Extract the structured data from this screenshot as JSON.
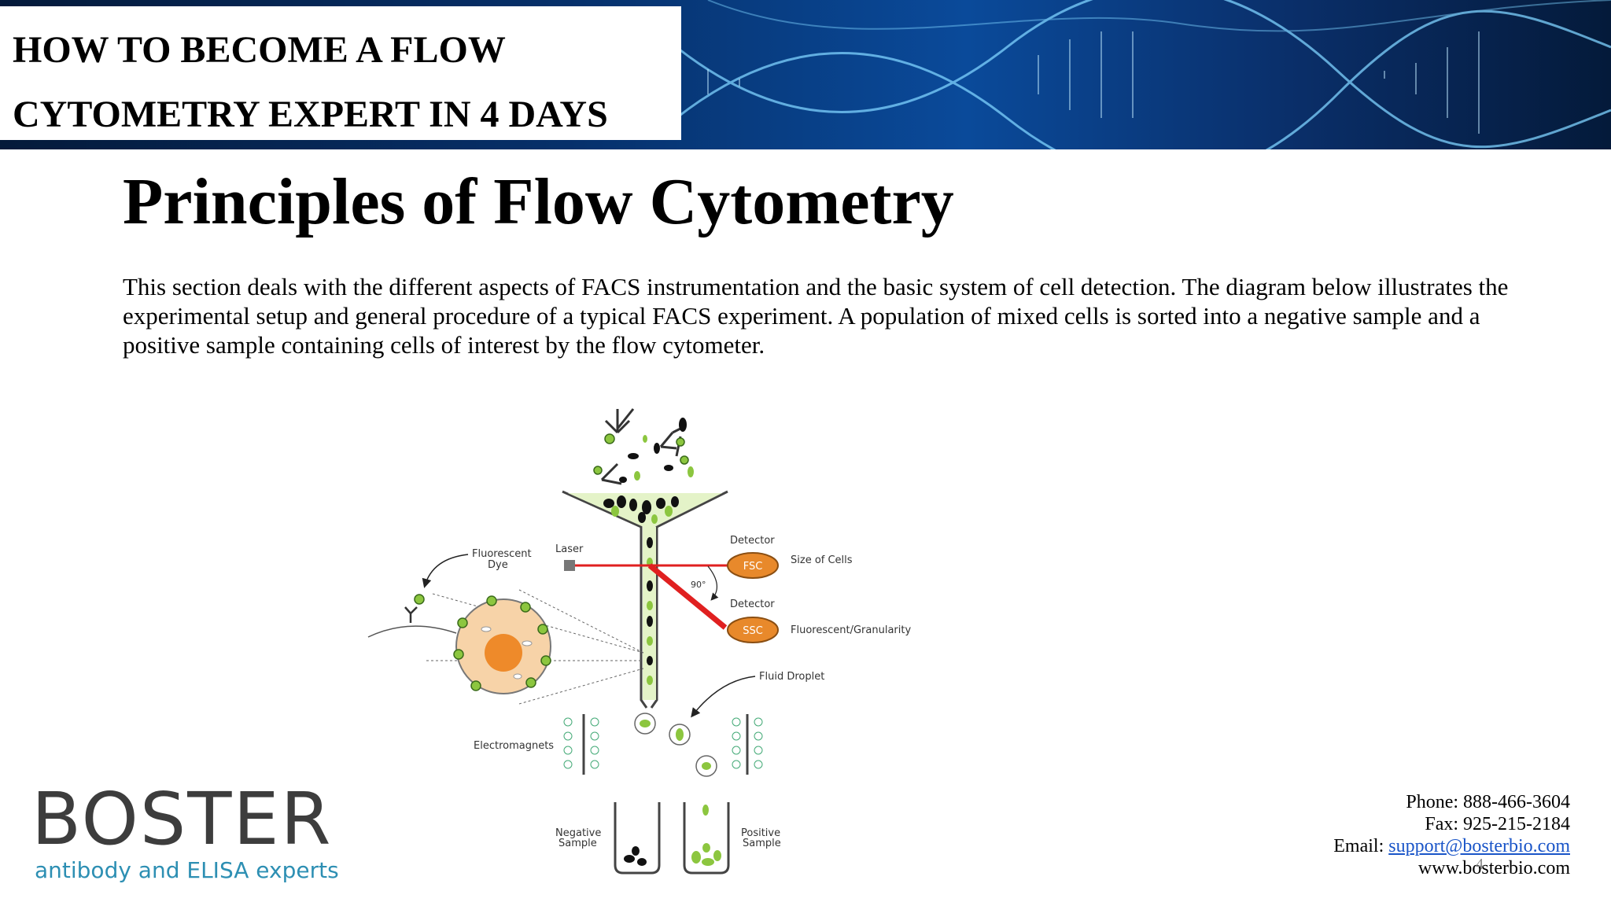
{
  "banner": {
    "title_line1": "HOW TO BECOME A FLOW",
    "title_line2": "CYTOMETRY EXPERT IN 4 DAYS"
  },
  "slide": {
    "heading": "Principles of Flow Cytometry",
    "body": "This section deals with the different aspects of FACS instrumentation and the basic  system of cell detection. The diagram below illustrates the experimental setup and  general procedure of a typical FACS experiment. A population of mixed cells is  sorted into a negative sample and a positive sample containing cells of interest by  the flow cytometer.",
    "page_number": "4"
  },
  "diagram": {
    "fluorescent_dye": [
      "Fluorescent",
      "Dye"
    ],
    "laser": "Laser",
    "detector_top": "Detector",
    "fsc": "FSC",
    "size_of_cells": "Size of Cells",
    "angle": "90°",
    "detector_bottom": "Detector",
    "ssc": "SSC",
    "fluorescent_granularity": "Fluorescent/Granularity",
    "fluid_droplet": "Fluid Droplet",
    "electromagnets": "Electromagnets",
    "negative_sample": [
      "Negative",
      "Sample"
    ],
    "positive_sample": [
      "Positive",
      "Sample"
    ]
  },
  "logo": {
    "wordmark": "BOSTER",
    "tagline": "antibody and ELISA experts"
  },
  "contact": {
    "phone": "Phone: 888-466-3604",
    "fax": "Fax: 925-215-2184",
    "email_label": "Email: ",
    "email": "support@bosterbio.com",
    "website": "www.bosterbio.com"
  },
  "colors": {
    "banner_blue": "#0a4a9a",
    "detector_orange": "#e8892b",
    "laser_red": "#e02020",
    "cell_green": "#8cc63f",
    "logo_blue": "#2d8fb3"
  }
}
